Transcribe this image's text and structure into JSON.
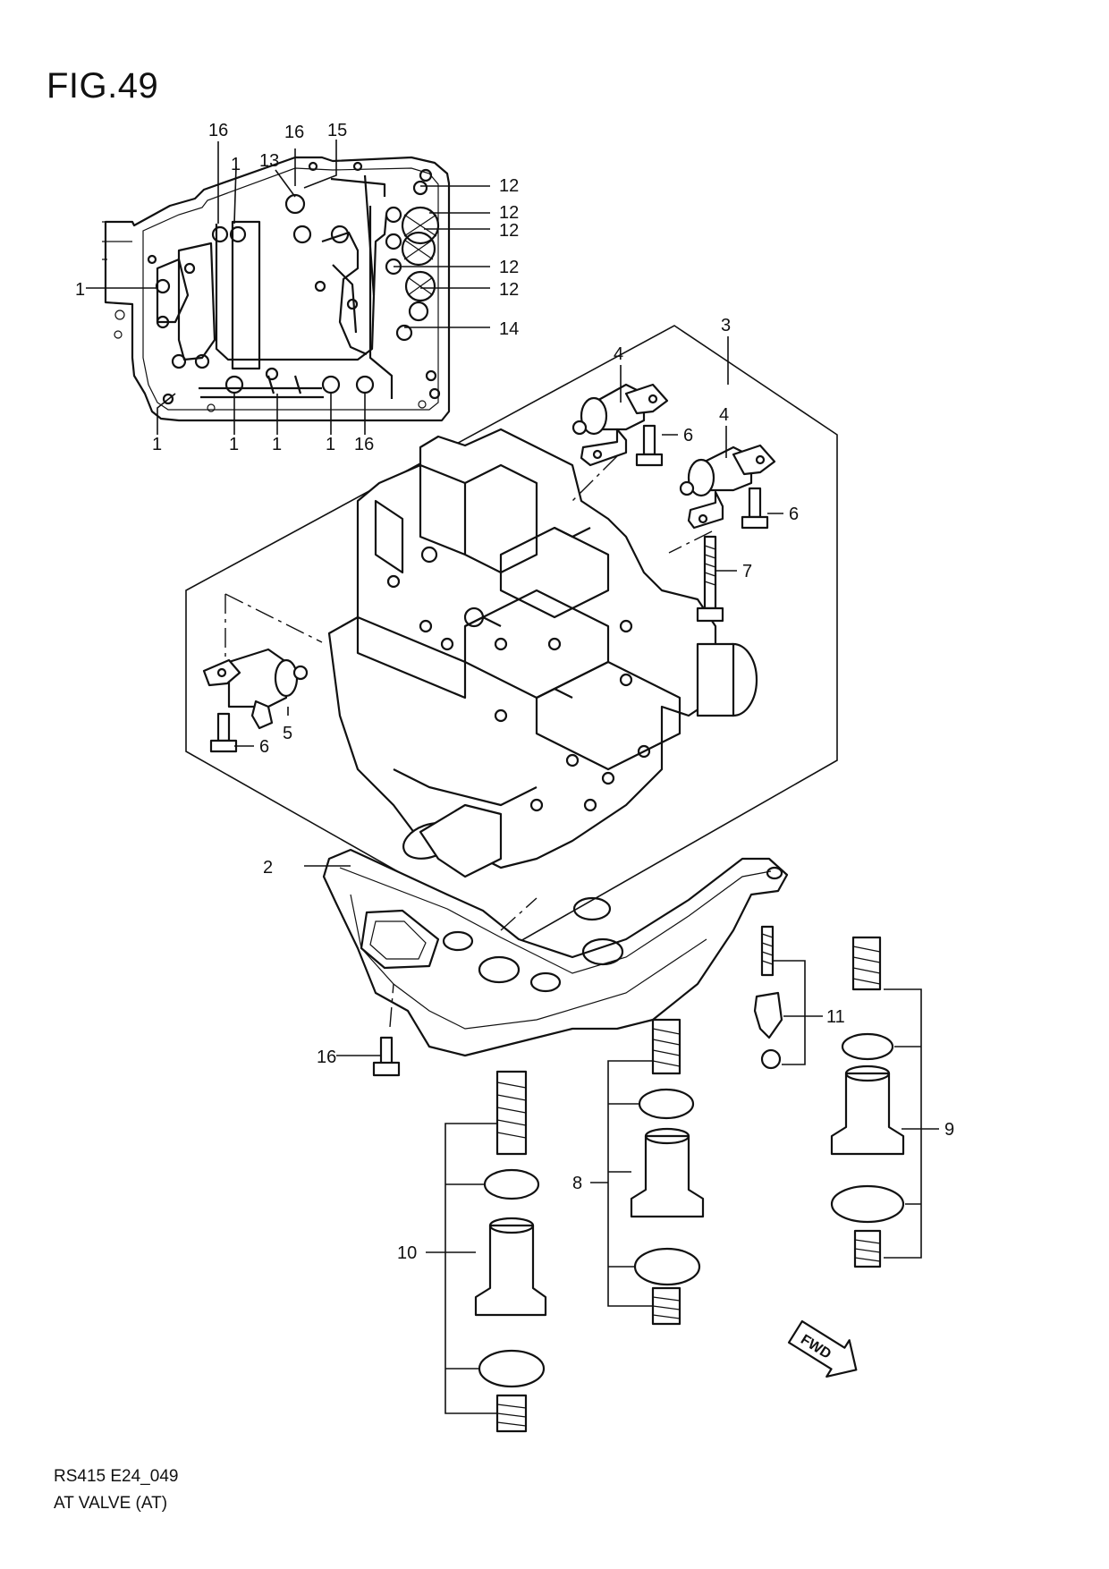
{
  "figure": {
    "title": "FIG.49",
    "code": "RS415 E24_049",
    "caption": "AT VALVE (AT)",
    "fwd_label": "FWD"
  },
  "callouts": {
    "c1_top": "1",
    "c1_left": "1",
    "c1_b1": "1",
    "c1_b2": "1",
    "c1_b3": "1",
    "c1_b4": "1",
    "c16_a": "16",
    "c16_b": "16",
    "c16_c": "16",
    "c16_bolt": "16",
    "c15": "15",
    "c13": "13",
    "c12_a": "12",
    "c12_b": "12",
    "c12_c": "12",
    "c12_d": "12",
    "c12_e": "12",
    "c14": "14",
    "c3": "3",
    "c4_a": "4",
    "c4_b": "4",
    "c6_a": "6",
    "c6_b": "6",
    "c6_c": "6",
    "c7": "7",
    "c5": "5",
    "c2": "2",
    "c11": "11",
    "c9": "9",
    "c8": "8",
    "c10": "10"
  }
}
